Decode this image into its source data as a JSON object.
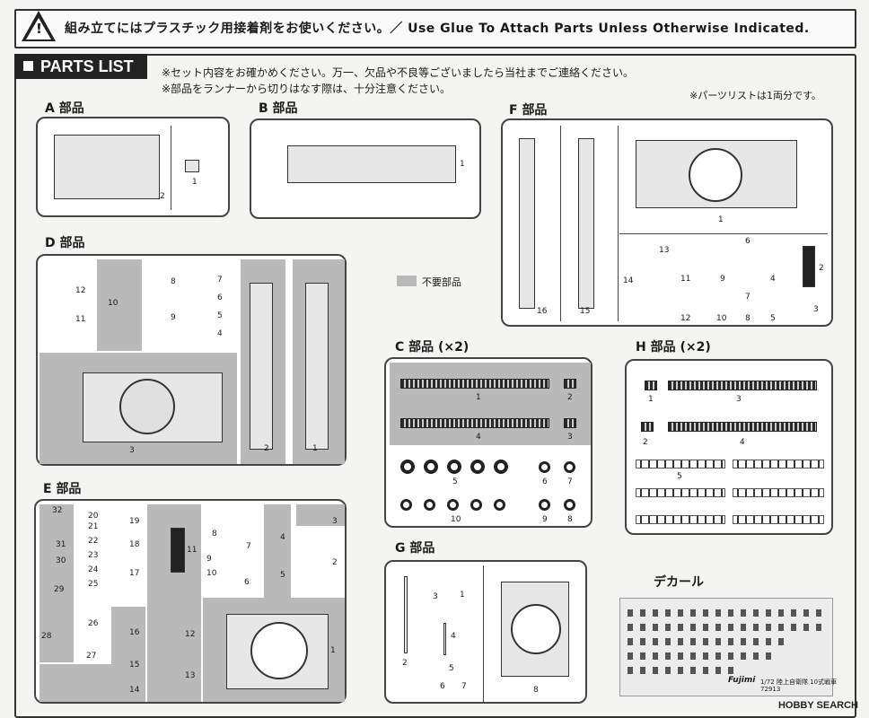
{
  "banner": {
    "warning_mark": "!",
    "text": "組み立てにはプラスチック用接着剤をお使いください。／ Use Glue To Attach Parts Unless Otherwise Indicated."
  },
  "parts_list": {
    "title": "PARTS LIST",
    "notes": [
      "※セット内容をお確かめください。万一、欠品や不良等ございましたら当社までご連絡ください。",
      "※部品をランナーから切りはなす際は、十分注意ください。"
    ],
    "side_note": "※パーツリストは1両分です。",
    "legend": "不要部品",
    "colors": {
      "unused": "#b9b9b9",
      "frame": "#333333"
    }
  },
  "sections": {
    "A": {
      "label": "A 部品",
      "parts": [
        "2",
        "1"
      ]
    },
    "B": {
      "label": "B 部品",
      "parts": [
        "1"
      ]
    },
    "F": {
      "label": "F 部品",
      "parts": [
        "16",
        "15",
        "1",
        "13",
        "14",
        "11",
        "12",
        "9",
        "10",
        "6",
        "7",
        "8",
        "4",
        "5",
        "2",
        "3"
      ]
    },
    "D": {
      "label": "D 部品",
      "parts": [
        "12",
        "11",
        "10",
        "8",
        "9",
        "7",
        "6",
        "5",
        "4",
        "3",
        "2",
        "1"
      ]
    },
    "C": {
      "label": "C 部品 (×2)",
      "parts": [
        "1",
        "2",
        "4",
        "3",
        "5",
        "6",
        "7",
        "10",
        "9",
        "8"
      ]
    },
    "H": {
      "label": "H 部品 (×2)",
      "parts": [
        "1",
        "3",
        "2",
        "4",
        "5"
      ]
    },
    "E": {
      "label": "E 部品",
      "parts": [
        "32",
        "20",
        "21",
        "19",
        "31",
        "22",
        "23",
        "18",
        "30",
        "24",
        "29",
        "25",
        "17",
        "28",
        "26",
        "16",
        "27",
        "15",
        "14",
        "11",
        "12",
        "13",
        "8",
        "9",
        "10",
        "7",
        "6",
        "4",
        "5",
        "3",
        "2",
        "1"
      ]
    },
    "G": {
      "label": "G 部品",
      "parts": [
        "2",
        "3",
        "1",
        "4",
        "5",
        "6",
        "7",
        "8"
      ]
    },
    "decal": {
      "label": "デカール",
      "caption": "1/72 陸上自衛隊 10式戦車",
      "code": "72913",
      "brand": "Fujimi"
    }
  },
  "watermark": "HOBBY SEARCH"
}
